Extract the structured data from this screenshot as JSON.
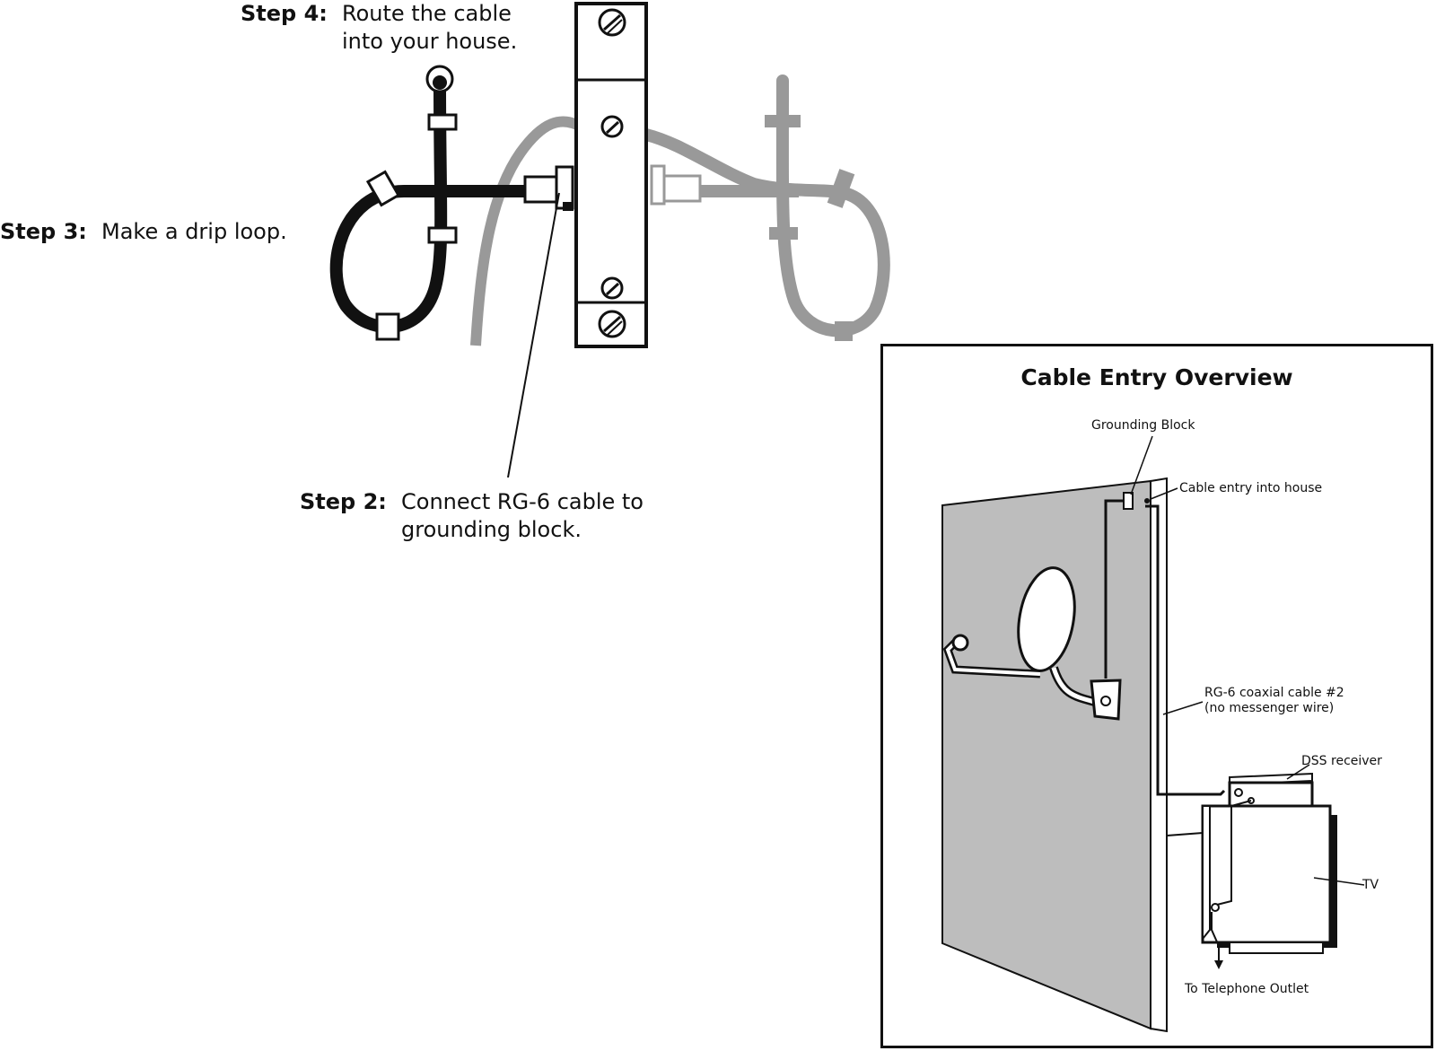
{
  "steps": {
    "step4": {
      "label": "Step 4:",
      "line1": "Route the cable",
      "line2": "into your house."
    },
    "step3": {
      "label": "Step 3:",
      "line1": "Make a drip loop."
    },
    "step2": {
      "label": "Step 2:",
      "line1": "Connect RG-6 cable to",
      "line2": "grounding block."
    }
  },
  "overview": {
    "title": "Cable Entry Overview",
    "callouts": {
      "grounding_block": "Grounding Block",
      "cable_entry": "Cable entry into house",
      "coax_line1": "RG-6 coaxial cable #2",
      "coax_line2": "(no messenger wire)",
      "dss": "DSS receiver",
      "tv": "TV",
      "phone": "To Telephone Outlet"
    }
  },
  "colors": {
    "black_cable": "#111111",
    "gray_cable": "#999999",
    "wall": "#bdbdbd"
  }
}
